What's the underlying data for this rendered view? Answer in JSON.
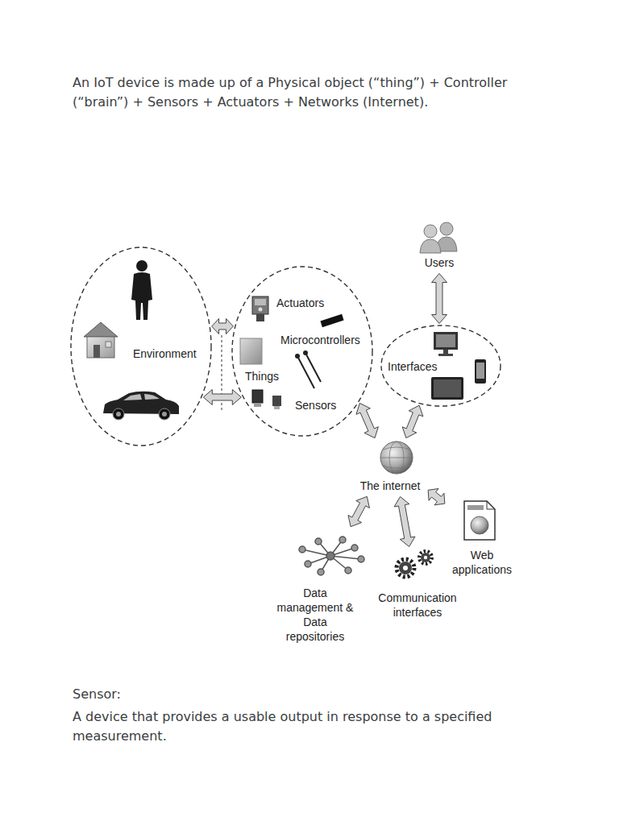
{
  "diagram": {
    "nodes": [
      {
        "text": [
          "Environment"
        ]
      },
      {
        "text": [
          "Actuators",
          "Microcontrollers",
          "Things",
          "Sensors"
        ]
      },
      {
        "text": [
          "Users"
        ]
      },
      {
        "text": [
          "Interfaces"
        ]
      },
      {
        "text": [
          "The internet"
        ]
      },
      {
        "text": [
          "Data management & Data repositories"
        ]
      },
      {
        "text": [
          "Communication interfaces"
        ]
      },
      {
        "text": [
          "Web applications"
        ]
      }
    ],
    "edges": [
      {
        "from": 0,
        "to": 1,
        "arrow": "both"
      },
      {
        "from": 0,
        "to": 1,
        "arrow": "both"
      },
      {
        "from": 2,
        "to": 3,
        "arrow": "both"
      },
      {
        "from": 1,
        "to": 4,
        "arrow": "both"
      },
      {
        "from": 3,
        "to": 4,
        "arrow": "both"
      },
      {
        "from": 4,
        "to": 5,
        "arrow": "both"
      },
      {
        "from": 4,
        "to": 6,
        "arrow": "both"
      },
      {
        "from": 4,
        "to": 7,
        "arrow": "both"
      }
    ],
    "labels": [
      "An IoT device is made up of a Physical object (“thing”) + Controller (“brain”) + Sensors + Actuators + Networks (Internet).",
      "Sensor:",
      "A device that provides a usable output in response to a specified measurement."
    ]
  }
}
